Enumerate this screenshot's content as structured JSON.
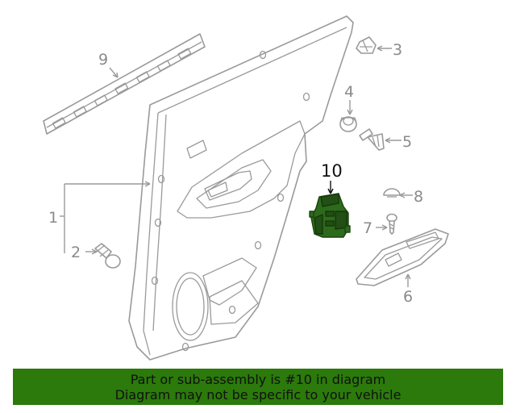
{
  "callouts": {
    "c1": "1",
    "c2": "2",
    "c3": "3",
    "c4": "4",
    "c5": "5",
    "c6": "6",
    "c7": "7",
    "c8": "8",
    "c9": "9",
    "c10": "10"
  },
  "banner": {
    "line1": "Part or sub-assembly is #10 in diagram",
    "line2": "Diagram may not be specific to your vehicle"
  },
  "colors": {
    "highlight_part": "#2d6a1c",
    "banner": "#2b7a0b",
    "line_art": "#9a9a9a"
  }
}
